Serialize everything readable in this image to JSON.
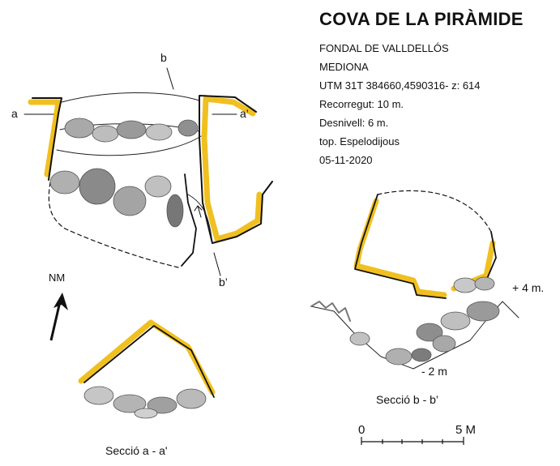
{
  "title": "COVA DE LA PIRÀMIDE",
  "info": {
    "line1": "FONDAL DE VALLDELLÓS",
    "line2": "MEDIONA",
    "line3": "UTM 31T 384660,4590316- z: 614",
    "line4": "Recorregut: 10 m.",
    "line5": "Desnivell:  6 m.",
    "line6": "top. Espelodijous",
    "line7": "05-11-2020"
  },
  "plan_labels": {
    "a": "a",
    "a_prime": "a’",
    "b": "b",
    "b_prime": "b’"
  },
  "north": "NM",
  "section_aa": "Secció a - a'",
  "section_bb": "Secció b - b’",
  "elev_top": "+ 4 m.",
  "elev_bottom": "- 2 m",
  "scale": {
    "start": "0",
    "end": "5 M"
  },
  "colors": {
    "wall_accent": "#f0c020",
    "rock": "#b8b8b8",
    "rock_dark": "#6e6e6e"
  }
}
